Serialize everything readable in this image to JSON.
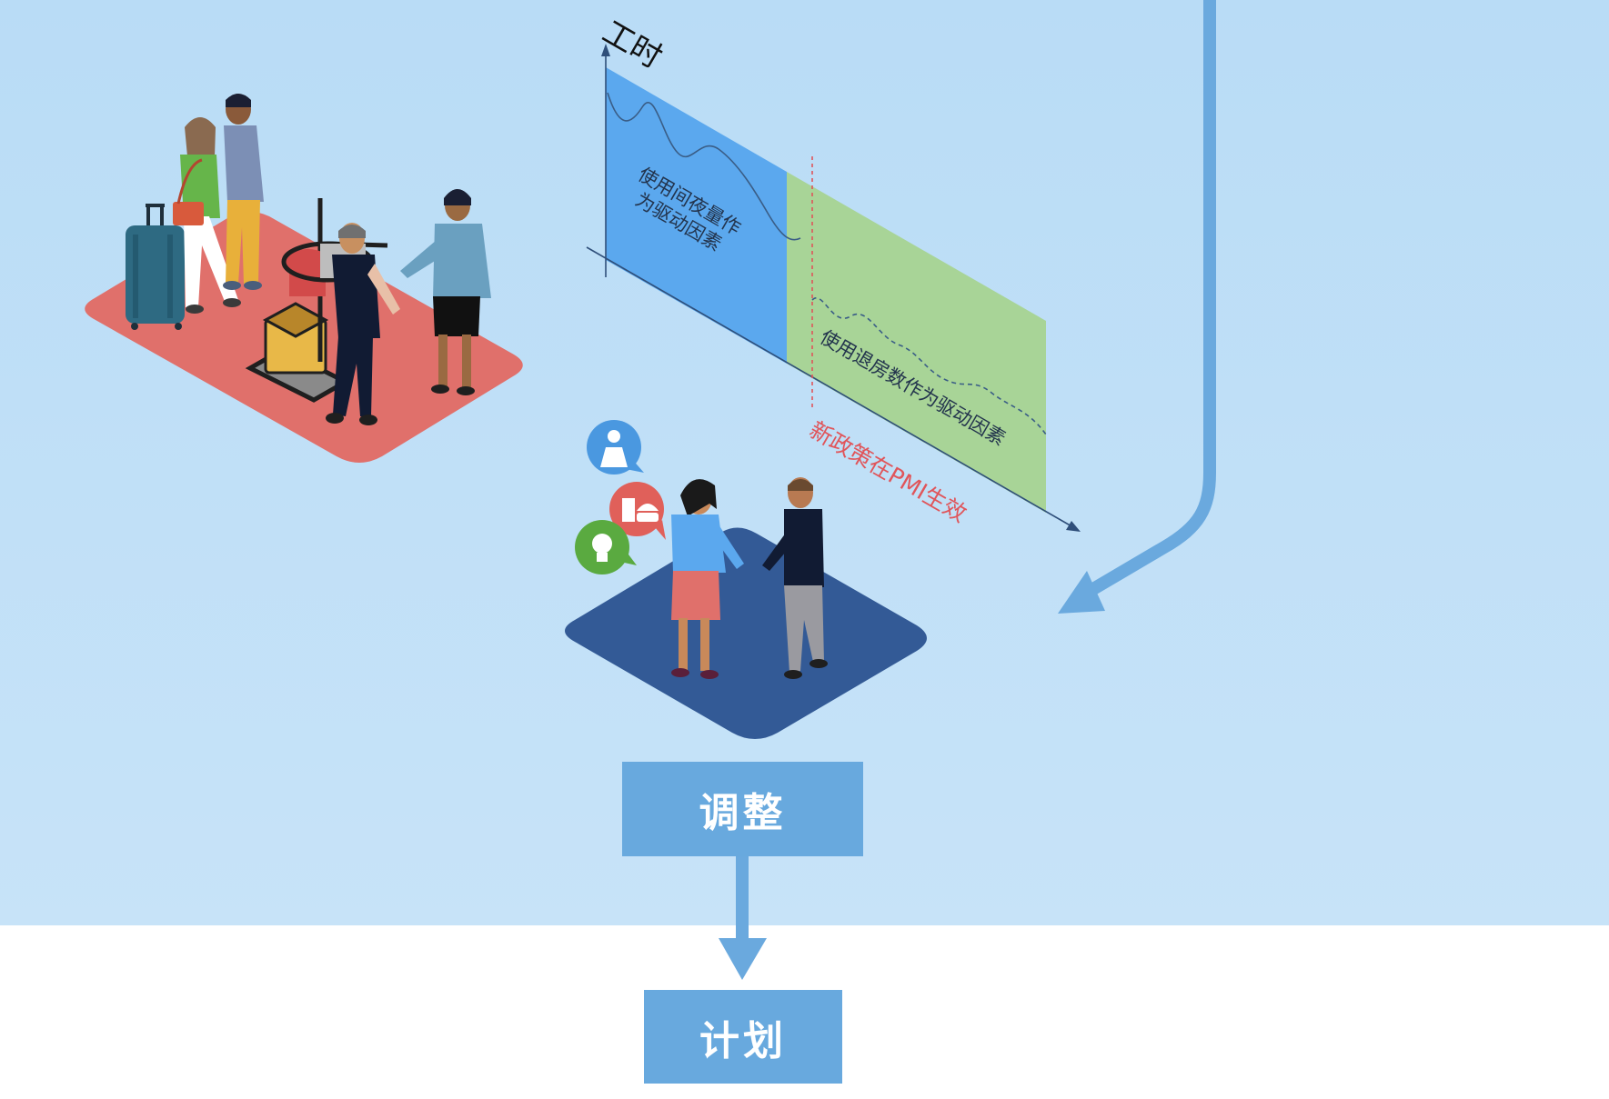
{
  "diagram": {
    "axis_label": "工时",
    "region_left_label_line1": "使用间夜量作",
    "region_left_label_line2": "为驱动因素",
    "region_right_label": "使用退房数作为驱动因素",
    "policy_label": "新政策在PMI生效",
    "box_adjust_label": "调整",
    "box_plan_label": "计划"
  },
  "colors": {
    "background": "#bcdcf6",
    "region_left": "#5ba8ee",
    "region_right": "#a8d497",
    "policy_line": "#e0555a",
    "box": "#68a9de",
    "arrow": "#6aa9de",
    "platform_red": "#e0706b",
    "platform_blue": "#335a96"
  },
  "icons": {
    "bubble_top": "person-icon",
    "bubble_middle": "food-icon",
    "bubble_bottom": "lightbulb-icon"
  }
}
